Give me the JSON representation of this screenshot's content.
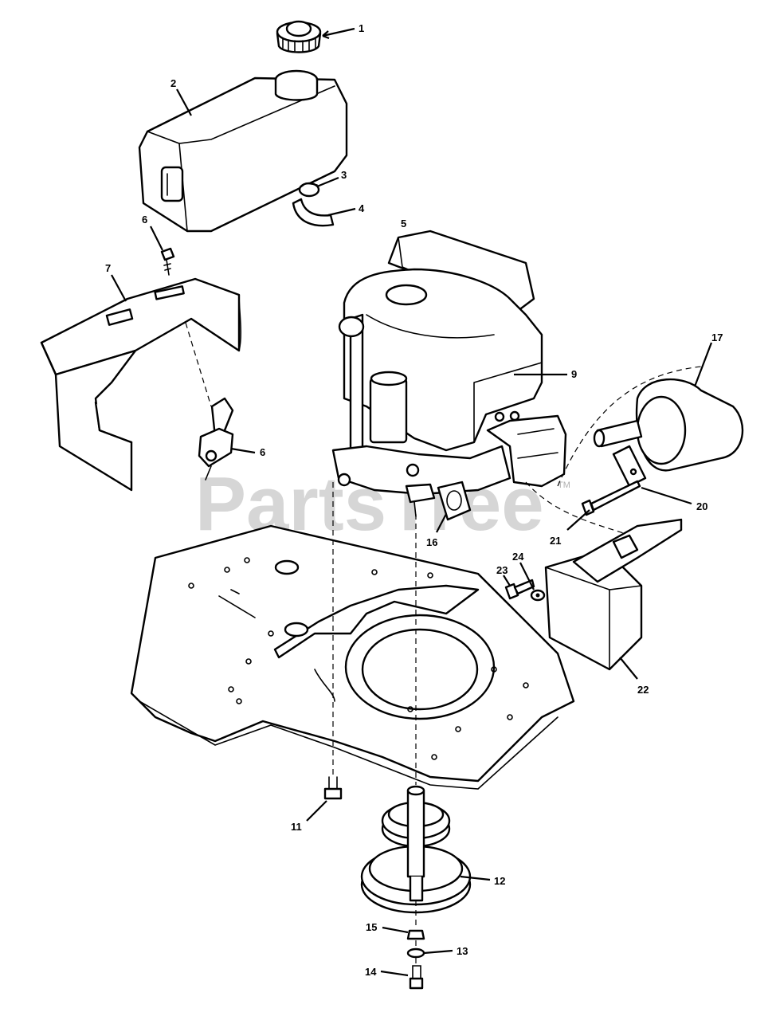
{
  "watermark": {
    "text": "PartsTree",
    "mark": "TM"
  },
  "callouts": [
    {
      "id": "c1",
      "label": "1",
      "part": "fuel-cap"
    },
    {
      "id": "c2",
      "label": "2",
      "part": "fuel-tank"
    },
    {
      "id": "c3",
      "label": "3",
      "part": "hose-clamp"
    },
    {
      "id": "c4",
      "label": "4",
      "part": "fuel-line"
    },
    {
      "id": "c5",
      "label": "5",
      "part": "engine-assembly"
    },
    {
      "id": "c6a",
      "label": "6",
      "part": "screw"
    },
    {
      "id": "c6b",
      "label": "6",
      "part": "throttle-control"
    },
    {
      "id": "c7",
      "label": "7",
      "part": "dash-panel"
    },
    {
      "id": "c9",
      "label": "9",
      "part": "engine"
    },
    {
      "id": "c11",
      "label": "11",
      "part": "bolt"
    },
    {
      "id": "c12",
      "label": "12",
      "part": "pulley"
    },
    {
      "id": "c13",
      "label": "13",
      "part": "lock-washer"
    },
    {
      "id": "c14",
      "label": "14",
      "part": "bolt"
    },
    {
      "id": "c15",
      "label": "15",
      "part": "washer"
    },
    {
      "id": "c16",
      "label": "16",
      "part": "gasket"
    },
    {
      "id": "c17",
      "label": "17",
      "part": "muffler"
    },
    {
      "id": "c20",
      "label": "20",
      "part": "muffler-bracket"
    },
    {
      "id": "c21",
      "label": "21",
      "part": "bolt"
    },
    {
      "id": "c22",
      "label": "22",
      "part": "battery-box"
    },
    {
      "id": "c23",
      "label": "23",
      "part": "bolt"
    },
    {
      "id": "c24",
      "label": "24",
      "part": "washer"
    }
  ],
  "colors": {
    "line": "#000000",
    "background": "#ffffff",
    "watermark": "#c9c9c9"
  }
}
